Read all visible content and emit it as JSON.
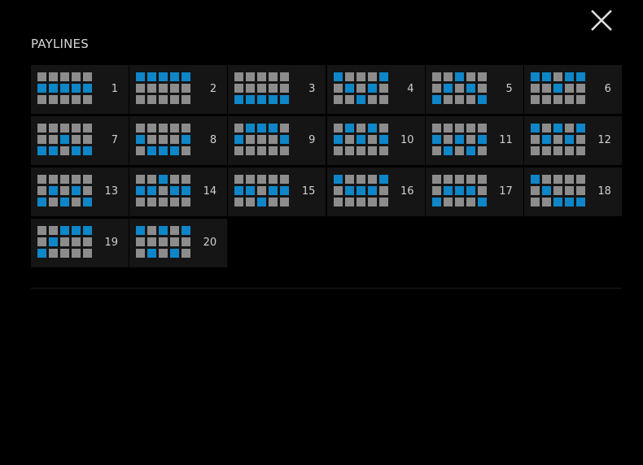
{
  "title": "PAYLINES",
  "close_icon": "close-icon",
  "colors": {
    "active": "#0e86c8",
    "inactive": "#8c8c8c",
    "tile": "#151515",
    "background": "#000000"
  },
  "paylines": [
    {
      "number": "1",
      "rows": [
        [
          0,
          0,
          0,
          0,
          0
        ],
        [
          1,
          1,
          1,
          1,
          1
        ],
        [
          0,
          0,
          0,
          0,
          0
        ]
      ]
    },
    {
      "number": "2",
      "rows": [
        [
          1,
          1,
          1,
          1,
          1
        ],
        [
          0,
          0,
          0,
          0,
          0
        ],
        [
          0,
          0,
          0,
          0,
          0
        ]
      ]
    },
    {
      "number": "3",
      "rows": [
        [
          0,
          0,
          0,
          0,
          0
        ],
        [
          0,
          0,
          0,
          0,
          0
        ],
        [
          1,
          1,
          1,
          1,
          1
        ]
      ]
    },
    {
      "number": "4",
      "rows": [
        [
          1,
          0,
          0,
          0,
          1
        ],
        [
          0,
          1,
          0,
          1,
          0
        ],
        [
          0,
          0,
          1,
          0,
          0
        ]
      ]
    },
    {
      "number": "5",
      "rows": [
        [
          0,
          0,
          1,
          0,
          0
        ],
        [
          0,
          1,
          0,
          1,
          0
        ],
        [
          1,
          0,
          0,
          0,
          1
        ]
      ]
    },
    {
      "number": "6",
      "rows": [
        [
          1,
          1,
          0,
          1,
          1
        ],
        [
          0,
          0,
          1,
          0,
          0
        ],
        [
          0,
          0,
          0,
          0,
          0
        ]
      ]
    },
    {
      "number": "7",
      "rows": [
        [
          0,
          0,
          0,
          0,
          0
        ],
        [
          0,
          0,
          1,
          0,
          0
        ],
        [
          1,
          1,
          0,
          1,
          1
        ]
      ]
    },
    {
      "number": "8",
      "rows": [
        [
          0,
          0,
          0,
          0,
          0
        ],
        [
          1,
          0,
          0,
          0,
          1
        ],
        [
          0,
          1,
          1,
          1,
          0
        ]
      ]
    },
    {
      "number": "9",
      "rows": [
        [
          0,
          1,
          1,
          1,
          0
        ],
        [
          1,
          0,
          0,
          0,
          1
        ],
        [
          0,
          0,
          0,
          0,
          0
        ]
      ]
    },
    {
      "number": "10",
      "rows": [
        [
          0,
          1,
          0,
          1,
          0
        ],
        [
          1,
          0,
          1,
          0,
          1
        ],
        [
          0,
          0,
          0,
          0,
          0
        ]
      ]
    },
    {
      "number": "11",
      "rows": [
        [
          0,
          0,
          0,
          0,
          0
        ],
        [
          1,
          0,
          1,
          0,
          1
        ],
        [
          0,
          1,
          0,
          1,
          0
        ]
      ]
    },
    {
      "number": "12",
      "rows": [
        [
          1,
          0,
          1,
          0,
          1
        ],
        [
          0,
          1,
          0,
          1,
          0
        ],
        [
          0,
          0,
          0,
          0,
          0
        ]
      ]
    },
    {
      "number": "13",
      "rows": [
        [
          0,
          0,
          0,
          0,
          0
        ],
        [
          0,
          1,
          0,
          1,
          0
        ],
        [
          1,
          0,
          1,
          0,
          1
        ]
      ]
    },
    {
      "number": "14",
      "rows": [
        [
          0,
          0,
          1,
          0,
          0
        ],
        [
          1,
          1,
          0,
          1,
          1
        ],
        [
          0,
          0,
          0,
          0,
          0
        ]
      ]
    },
    {
      "number": "15",
      "rows": [
        [
          0,
          0,
          0,
          0,
          0
        ],
        [
          1,
          1,
          0,
          1,
          1
        ],
        [
          0,
          0,
          1,
          0,
          0
        ]
      ]
    },
    {
      "number": "16",
      "rows": [
        [
          1,
          0,
          0,
          0,
          1
        ],
        [
          0,
          1,
          1,
          1,
          0
        ],
        [
          0,
          0,
          0,
          0,
          0
        ]
      ]
    },
    {
      "number": "17",
      "rows": [
        [
          0,
          0,
          0,
          0,
          0
        ],
        [
          0,
          1,
          1,
          1,
          0
        ],
        [
          1,
          0,
          0,
          0,
          1
        ]
      ]
    },
    {
      "number": "18",
      "rows": [
        [
          1,
          0,
          0,
          0,
          0
        ],
        [
          0,
          1,
          0,
          0,
          0
        ],
        [
          0,
          0,
          1,
          1,
          1
        ]
      ]
    },
    {
      "number": "19",
      "rows": [
        [
          0,
          0,
          1,
          1,
          1
        ],
        [
          0,
          1,
          0,
          0,
          0
        ],
        [
          1,
          0,
          0,
          0,
          0
        ]
      ]
    },
    {
      "number": "20",
      "rows": [
        [
          1,
          0,
          1,
          0,
          1
        ],
        [
          0,
          0,
          0,
          0,
          0
        ],
        [
          0,
          1,
          0,
          1,
          0
        ]
      ]
    }
  ]
}
